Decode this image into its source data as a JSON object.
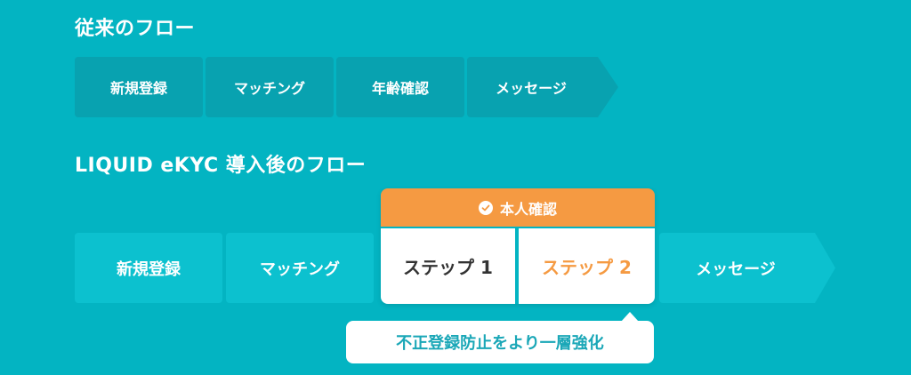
{
  "old_flow": {
    "title": "従来のフロー",
    "steps": [
      "新規登録",
      "マッチング",
      "年齢確認",
      "メッセージ"
    ]
  },
  "new_flow": {
    "title": "LIQUID eKYC 導入後のフロー",
    "steps_before": [
      "新規登録",
      "マッチング"
    ],
    "verification": {
      "label": "本人確認",
      "step1": "ステップ 1",
      "step2": "ステップ 2"
    },
    "step_after": "メッセージ"
  },
  "callout": "不正登録防止をより一層強化",
  "colors": {
    "background": "#03b4c2",
    "old_step": "#08a2b0",
    "new_step": "#0cc1cf",
    "accent_orange": "#f59a42",
    "callout_text": "#1aa7b7"
  },
  "icons": {
    "check": "check-circle-icon"
  }
}
